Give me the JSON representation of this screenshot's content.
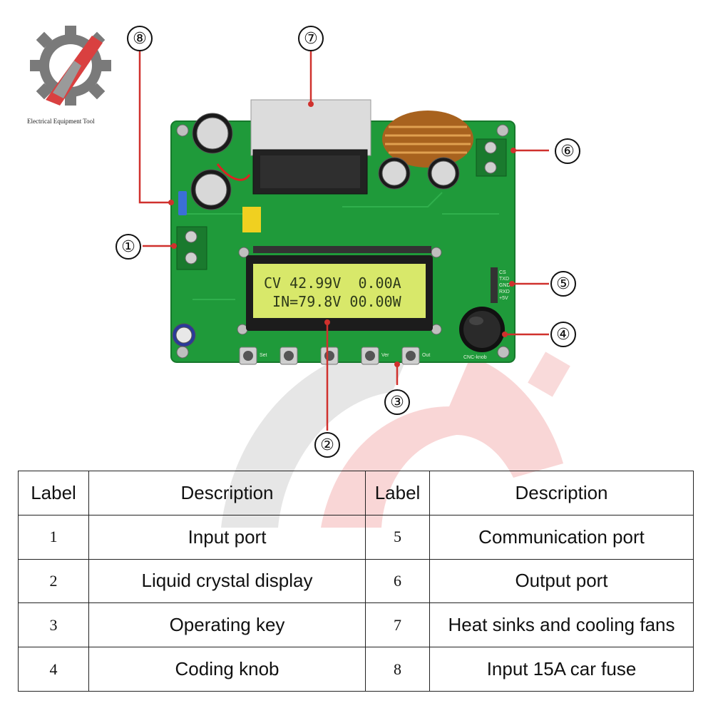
{
  "logo": {
    "caption": "Electrical Equipment Tool"
  },
  "lcd": {
    "line1": "CV 42.99V  0.00A",
    "line2": " IN=79.8V 00.00W"
  },
  "board_labels": {
    "set": "Set",
    "ver": "Ver",
    "out": "Out",
    "knob": "CNC-knob",
    "comm_pins": [
      "CS",
      "TXD",
      "GND",
      "RXD",
      "+5V"
    ]
  },
  "callouts": {
    "c1": "①",
    "c2": "②",
    "c3": "③",
    "c4": "④",
    "c5": "⑤",
    "c6": "⑥",
    "c7": "⑦",
    "c8": "⑧"
  },
  "colors": {
    "pcb": "#1f9a3a",
    "leader": "#d0312d",
    "lcd": "#d8e86a"
  },
  "table": {
    "headers": [
      "Label",
      "Description",
      "Label",
      "Description"
    ],
    "rows": [
      {
        "l1": "1",
        "d1": "Input port",
        "l2": "5",
        "d2": "Communication port"
      },
      {
        "l1": "2",
        "d1": "Liquid crystal display",
        "l2": "6",
        "d2": "Output port"
      },
      {
        "l1": "3",
        "d1": "Operating key",
        "l2": "7",
        "d2": "Heat sinks and cooling fans"
      },
      {
        "l1": "4",
        "d1": "Coding knob",
        "l2": "8",
        "d2": "Input 15A car fuse"
      }
    ]
  }
}
